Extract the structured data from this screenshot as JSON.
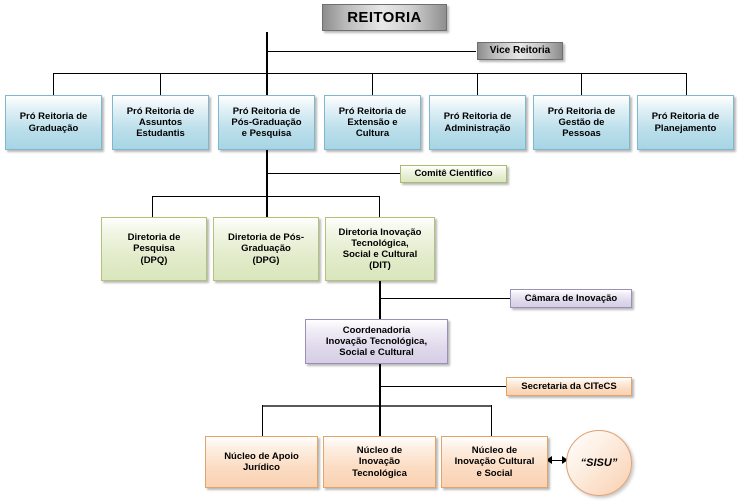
{
  "chart": {
    "title": "Organograma REITORIA",
    "type": "org-chart",
    "colors": {
      "root": "#b9b9b9",
      "pro_reitoria": "#bcdfeb",
      "diretoria": "#e2eccb",
      "comite": "#e5eed1",
      "camara": "#e0daec",
      "coordenadoria": "#e0daec",
      "secretaria": "#fbdcc2",
      "nucleo": "#fbdcc2",
      "sisu": "#fbdcc4",
      "connector": "#000000",
      "connector_thick": "#5a5a5a"
    }
  },
  "root": {
    "label": "REITORIA"
  },
  "vice": {
    "label": "Vice Reitoria"
  },
  "pro_reitorias": [
    {
      "label": "Pró Reitoria de\nGraduação"
    },
    {
      "label": "Pró Reitoria de\nAssuntos\nEstudantis"
    },
    {
      "label": "Pró Reitoria de\nPós-Graduação\ne Pesquisa"
    },
    {
      "label": "Pró Reitoria de\nExtensão e\nCultura"
    },
    {
      "label": "Pró Reitoria de\nAdministração"
    },
    {
      "label": "Pró Reitoria de\nGestão de\nPessoas"
    },
    {
      "label": "Pró Reitoria de\nPlanejamento"
    }
  ],
  "comite": {
    "label": "Comitê Cientifico"
  },
  "diretorias": [
    {
      "label": "Diretoria de\nPesquisa\n(DPQ)"
    },
    {
      "label": "Diretoria de Pós-\nGraduação\n(DPG)"
    },
    {
      "label": "Diretoria Inovação\nTecnológica,\nSocial e Cultural\n(DIT)"
    }
  ],
  "camara": {
    "label": "Câmara de Inovação"
  },
  "coordenadoria": {
    "label": "Coordenadoria\nInovação Tecnológica,\nSocial e Cultural"
  },
  "secretaria": {
    "label": "Secretaria da CITeCS"
  },
  "nucleos": [
    {
      "label": "Núcleo de Apoio\nJurídico"
    },
    {
      "label": "Núcleo de\nInovação\nTecnológica"
    },
    {
      "label": "Núcleo de\nInovação Cultural\ne Social"
    }
  ],
  "sisu": {
    "label": "“SISU”"
  }
}
